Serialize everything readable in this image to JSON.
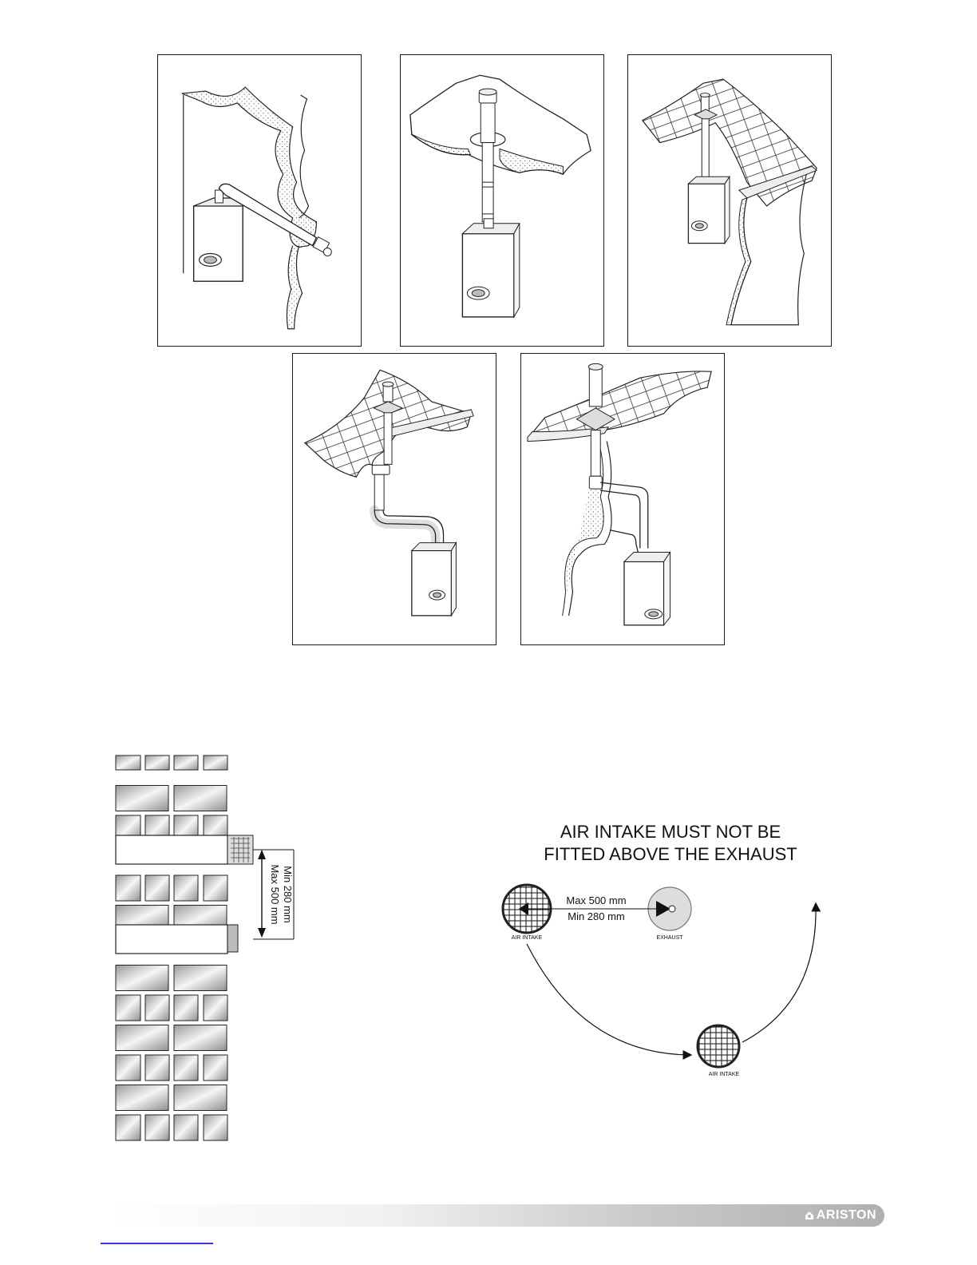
{
  "installation_panels": [
    {
      "id": "horizontal-wall-flue"
    },
    {
      "id": "vertical-flat-roof-flue"
    },
    {
      "id": "vertical-pitched-roof-flue"
    },
    {
      "id": "offset-pitched-roof-flue"
    },
    {
      "id": "split-twin-pipe-flue"
    }
  ],
  "wall_diagram": {
    "dimension_min": "Min 280 mm",
    "dimension_max": "Max 500 mm"
  },
  "rule_diagram": {
    "title_line1": "AIR INTAKE MUST NOT BE",
    "title_line2": "FITTED ABOVE THE EXHAUST",
    "max_label": "Max 500 mm",
    "min_label": "Min 280 mm",
    "air_intake_label": "AIR INTAKE",
    "exhaust_label": "EXHAUST",
    "air_intake_label_2": "AIR INTAKE"
  },
  "footer": {
    "brand": "ARISTON"
  }
}
